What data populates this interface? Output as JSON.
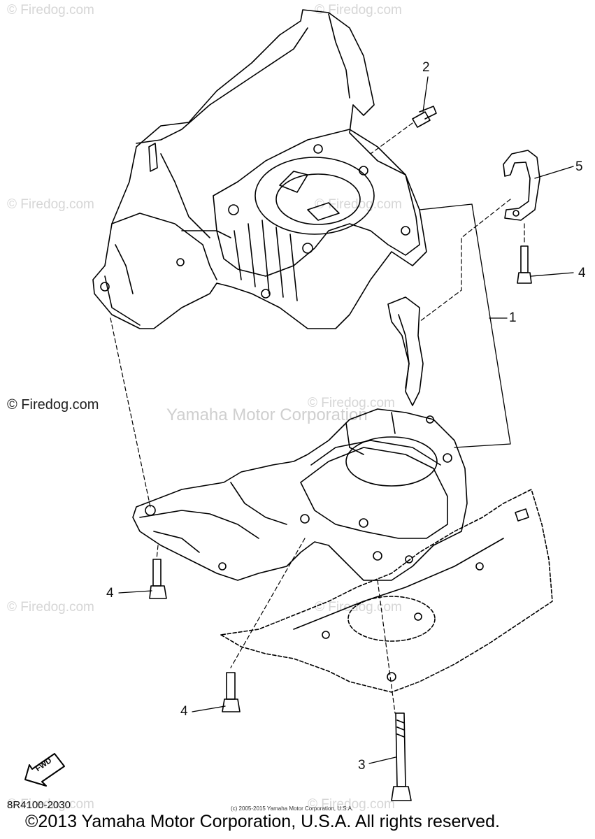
{
  "watermarks": {
    "w1": "© Firedog.com",
    "w2": "© Firedog.com",
    "w3": "© Firedog.com",
    "w4": "© Firedog.com",
    "w5": "© Firedog.com",
    "w6": "© Firedog.com",
    "w7": "© Firedog.com",
    "w8": "© Firedog.com",
    "w9": "© Firedog.com",
    "center": "Yamaha Motor Corporation",
    "dark": "© Firedog.com"
  },
  "callouts": {
    "c1": "1",
    "c2": "2",
    "c3": "3",
    "c4a": "4",
    "c4b": "4",
    "c4c": "4",
    "c5": "5"
  },
  "fwd_label": "FWD",
  "drawing_code": "8R4100-2030",
  "small_copyright": "(c) 2005-2015 Yamaha Motor Corporation, U.S.A.",
  "footer": "©2013 Yamaha Motor Corporation, U.S.A. All rights reserved."
}
